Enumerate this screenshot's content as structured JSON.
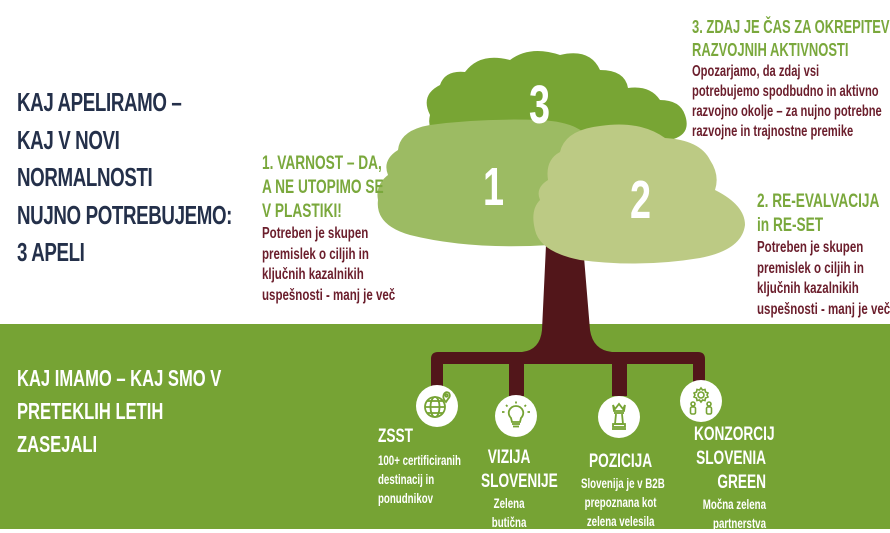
{
  "colors": {
    "ground": "#76a334",
    "trunk": "#52161a",
    "crown_3": "#78a534",
    "crown_1": "#9cbb63",
    "crown_2": "#bcca84",
    "title_dark": "#24304a",
    "heading_green": "#7aa83c",
    "body_maroon": "#6b1e2c",
    "white": "#ffffff"
  },
  "top_section": {
    "title_lines": [
      "KAJ APELIRAMO –",
      "KAJ V NOVI",
      "NORMALNOSTI",
      "NUJNO POTREBUJEMO:",
      "3 APELI"
    ]
  },
  "crowns": [
    {
      "number": "3"
    },
    {
      "number": "1"
    },
    {
      "number": "2"
    }
  ],
  "appeals": [
    {
      "heading_lines": [
        "1. VARNOST – DA,",
        "A NE UTOPIMO SE",
        "V PLASTIKI!"
      ],
      "body_lines": [
        "Potreben je skupen",
        "premislek o ciljih in",
        "ključnih kazalnikih",
        "uspešnosti - manj je več"
      ]
    },
    {
      "heading_lines": [
        "2. RE-EVALVACIJA",
        "in RE-SET"
      ],
      "body_lines": [
        "Potreben je skupen",
        "premislek o ciljih in",
        "ključnih kazalnikih",
        "uspešnosti - manj je več"
      ]
    },
    {
      "heading_lines": [
        "3. ZDAJ JE ČAS ZA OKREPITEV",
        "RAZVOJNIH AKTIVNOSTI"
      ],
      "body_lines": [
        "Opozarjamo, da zdaj vsi",
        "potrebujemo spodbudno in aktivno",
        "razvojno okolje – za nujno potrebne",
        "razvojne in trajnostne premike"
      ]
    }
  ],
  "bottom_section": {
    "title_lines": [
      "KAJ IMAMO – KAJ SMO V",
      "PRETEKLIH LETIH",
      "ZASEJALI"
    ]
  },
  "roots": [
    {
      "icon": "globe-pin-icon",
      "title_lines": [
        "ZSST"
      ],
      "desc_lines": [
        "100+ certificiranih",
        "destinacij in",
        "ponudnikov"
      ]
    },
    {
      "icon": "lightbulb-icon",
      "title_lines": [
        "VIZIJA",
        "SLOVENIJE"
      ],
      "desc_lines": [
        "Zelena",
        "butična"
      ]
    },
    {
      "icon": "chess-queen-icon",
      "title_lines": [
        "POZICIJA"
      ],
      "desc_lines": [
        "Slovenija je v B2B",
        "prepoznana kot",
        "zelena velesila"
      ]
    },
    {
      "icon": "gear-people-icon",
      "title_lines": [
        "KONZORCIJ",
        "SLOVENIA",
        "GREEN"
      ],
      "desc_lines": [
        "Močna zelena",
        "partnerstva"
      ]
    }
  ]
}
